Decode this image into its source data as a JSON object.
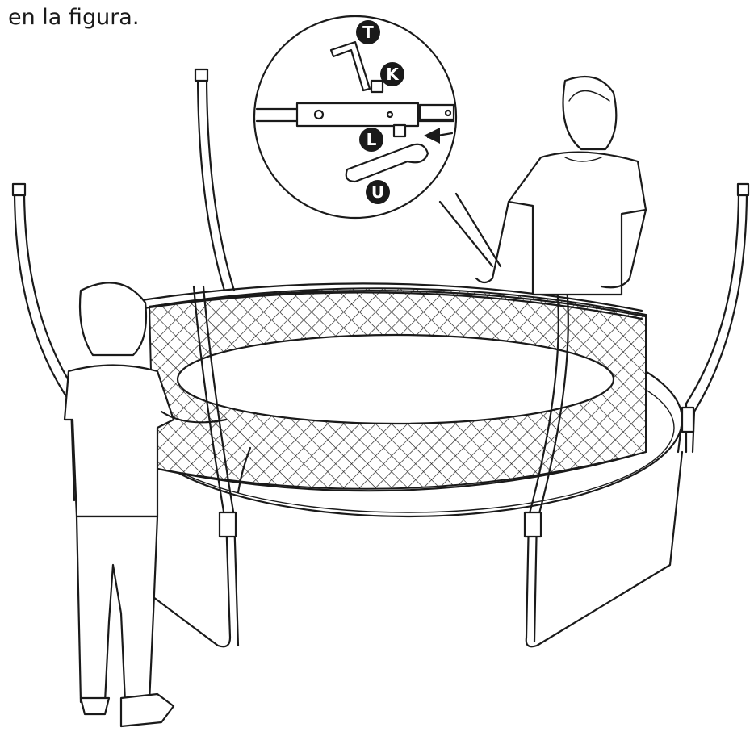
{
  "caption": "en la figura.",
  "callouts": {
    "t": "T",
    "k": "K",
    "l": "L",
    "u": "U"
  },
  "colors": {
    "ink": "#1a1a1a",
    "background": "#ffffff"
  }
}
